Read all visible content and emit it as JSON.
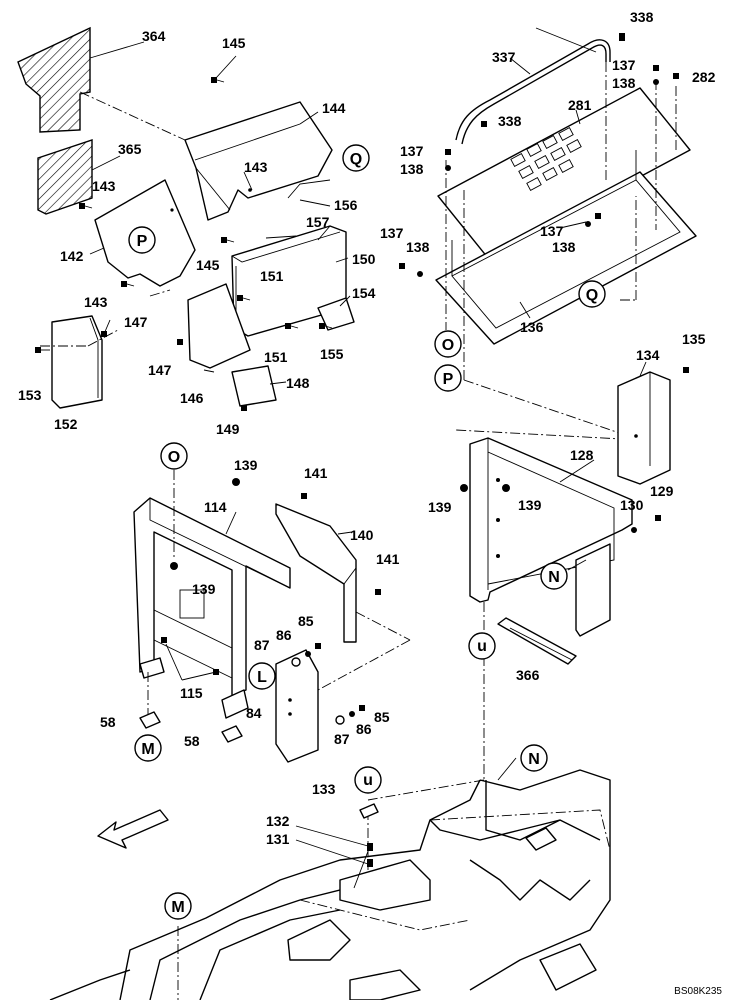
{
  "drawing_code": "BS08K235",
  "part_numbers": {
    "p364": "364",
    "p145a": "145",
    "p144": "144",
    "p365": "365",
    "p143a": "143",
    "p143b": "143",
    "p156": "156",
    "p157": "157",
    "p142": "142",
    "p145b": "145",
    "p150": "150",
    "p151a": "151",
    "p143c": "143",
    "p154": "154",
    "p147a": "147",
    "p147b": "147",
    "p151b": "151",
    "p155": "155",
    "p153": "153",
    "p148": "148",
    "p146": "146",
    "p152": "152",
    "p149": "149",
    "p338a": "338",
    "p337": "337",
    "p137a": "137",
    "p138a": "138",
    "p282": "282",
    "p281": "281",
    "p338b": "338",
    "p137b": "137",
    "p138b": "138",
    "p137c": "137",
    "p138c": "138",
    "p137d": "137",
    "p138d": "138",
    "p136": "136",
    "p135": "135",
    "p134": "134",
    "p139a": "139",
    "p141a": "141",
    "p114": "114",
    "p140": "140",
    "p141b": "141",
    "p139b": "139",
    "p85a": "85",
    "p86a": "86",
    "p87a": "87",
    "p115": "115",
    "p84": "84",
    "p85b": "85",
    "p86b": "86",
    "p87b": "87",
    "p58a": "58",
    "p58b": "58",
    "p128": "128",
    "p139c": "139",
    "p139d": "139",
    "p129": "129",
    "p130": "130",
    "p366": "366",
    "p133": "133",
    "p132": "132",
    "p131": "131"
  },
  "reference_markers": {
    "Q1": "Q",
    "P1": "P",
    "Q2": "Q",
    "O1": "O",
    "P2": "P",
    "O2": "O",
    "L": "L",
    "M1": "M",
    "N1": "N",
    "u1": "u",
    "u2": "u",
    "N2": "N",
    "M2": "M"
  },
  "icons": {
    "direction": "front-direction-arrow-icon"
  }
}
